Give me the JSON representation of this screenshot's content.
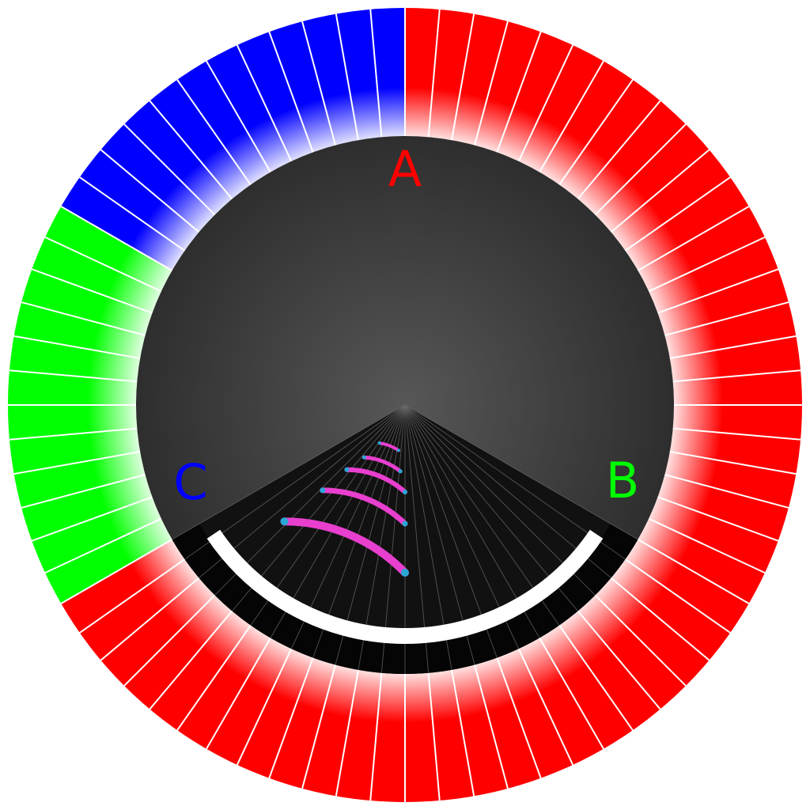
{
  "board": {
    "labels": [
      {
        "text": "A",
        "color": "#ff0000"
      },
      {
        "text": "B",
        "color": "#00ff00"
      },
      {
        "text": "C",
        "color": "#0000ff"
      }
    ],
    "ring_colors": {
      "red": "#ff0000",
      "green": "#00ff00",
      "blue": "#0000ff",
      "divider": "#ffffff"
    },
    "ring_segment_count": 72,
    "outer_ring_zones": [
      {
        "name": "A",
        "color": "#ff0000",
        "from_deg": 0,
        "to_deg": 240
      },
      {
        "name": "B",
        "color": "#00ff00",
        "from_deg": 240,
        "to_deg": 300
      },
      {
        "name": "C",
        "color": "#0000ff",
        "from_deg": 300,
        "to_deg": 360
      }
    ],
    "center_disc_color": "#575757",
    "edge_disc_color": "#2e2e2e",
    "sector_color": "#111111",
    "sector_span_deg": 120,
    "sector_track_color": "#ffffff",
    "sector_band_color": "#050505",
    "projectile_color": "#e83fcf",
    "projectile_tip_color": "#2aa6d6",
    "projectile_count": 5
  }
}
